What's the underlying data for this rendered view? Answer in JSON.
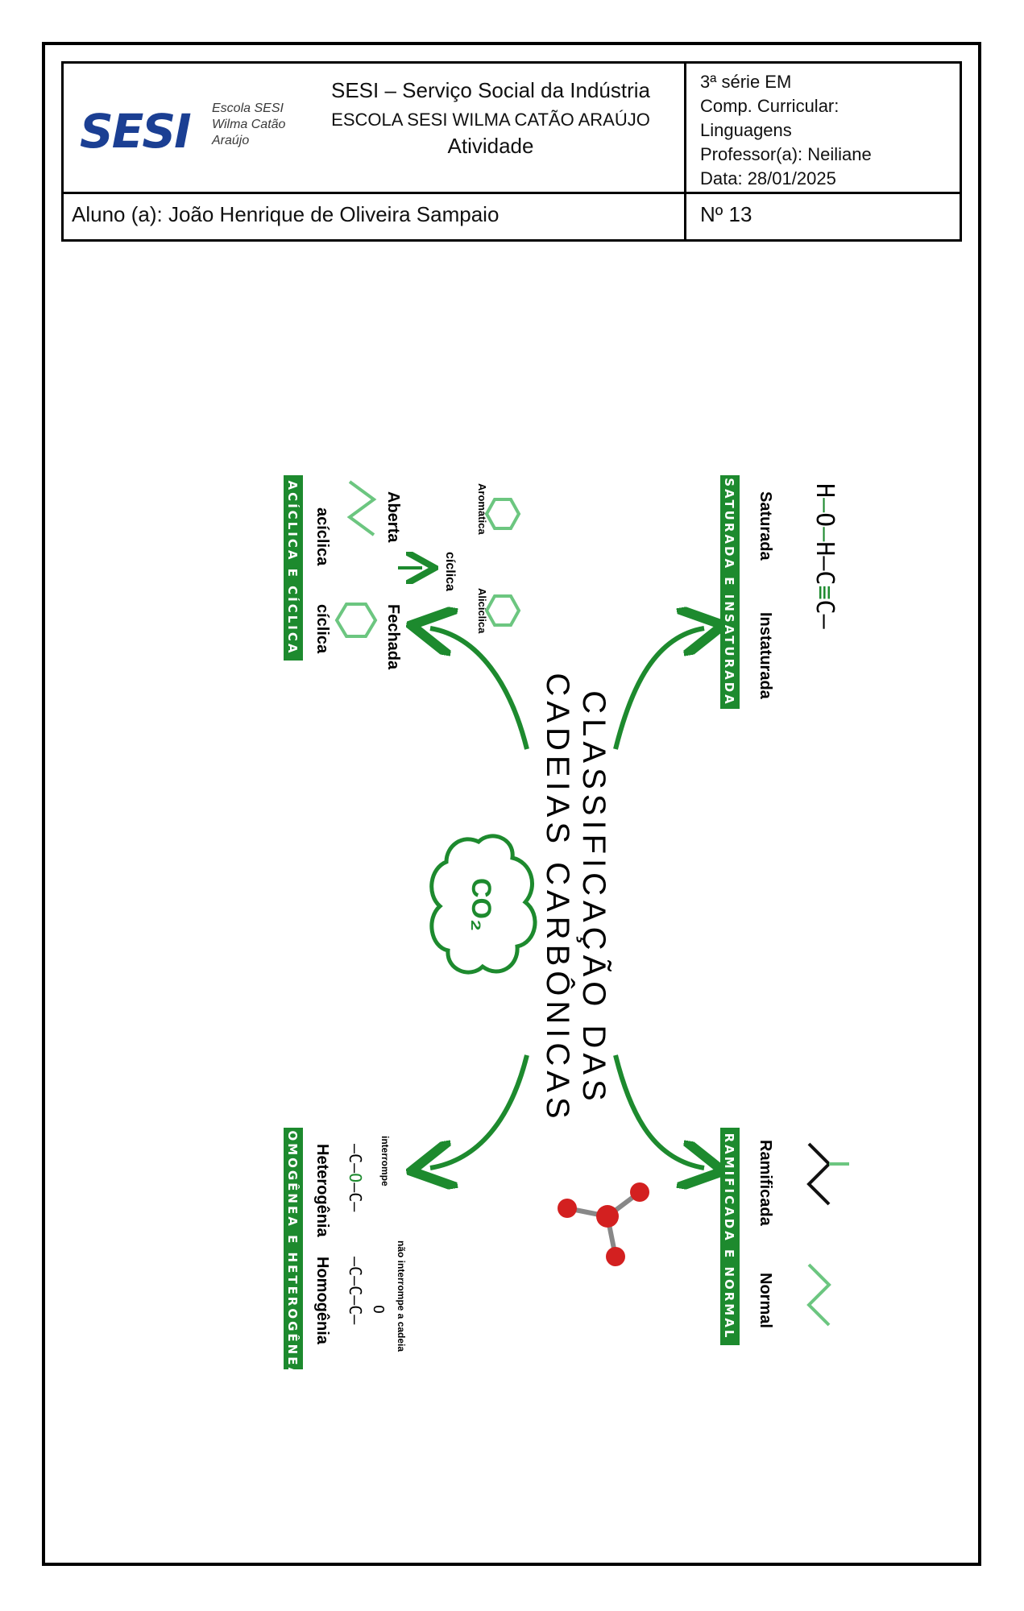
{
  "header": {
    "logo_text": "SESI",
    "logo_sub": [
      "Escola SESI",
      "Wilma Catão",
      "Araújo"
    ],
    "institution": "SESI – Serviço Social da Indústria",
    "school": "ESCOLA SESI WILMA CATÃO ARAÚJO",
    "activity": "Atividade",
    "grade": "3ª série EM",
    "component_label": "Comp. Curricular:",
    "component": "Linguagens",
    "teacher": "Professor(a): Neiliane",
    "date": "Data: 28/01/2025",
    "student": "Aluno (a): João Henrique de Oliveira Sampaio",
    "number": "Nº 13"
  },
  "poster": {
    "title_line1": "CLASSIFICAÇÃO DAS",
    "title_line2": "CADEIAS CARBÔNICAS",
    "cloud_label": "CO₂",
    "colors": {
      "green": "#1d8a2e",
      "light_green": "#6cc680",
      "red": "#d32020"
    },
    "aciclica": {
      "heading": "ACÍCLICA E CÍCLICA",
      "col1_title": "acíclica",
      "col1_sub": "Aberta",
      "col2_title": "cíclica",
      "col2_sub": "Fechada",
      "ciclica_label": "cíclica",
      "aromatica": "Aromática",
      "aliciclica": "Alicíclica"
    },
    "saturada": {
      "heading": "SATURADA E INSATURADA",
      "col1": "Saturada",
      "col2": "Instaturada",
      "formula": [
        "H",
        "O",
        "H",
        "C",
        "C"
      ]
    },
    "homogenea": {
      "heading": "HOMOGÊNEA E HETEROGÊNEA",
      "col1": "Heterogênia",
      "col2": "Homogênia",
      "formula1": [
        "C",
        "O",
        "C"
      ],
      "formula2": [
        "C",
        "C",
        "C"
      ],
      "oxygen": "O",
      "note1": "interrompe",
      "note2": "não interrompe a cadeia"
    },
    "ramificada": {
      "heading": "RAMIFICADA E NORMAL",
      "col1": "Ramificada",
      "col2": "Normal"
    }
  }
}
